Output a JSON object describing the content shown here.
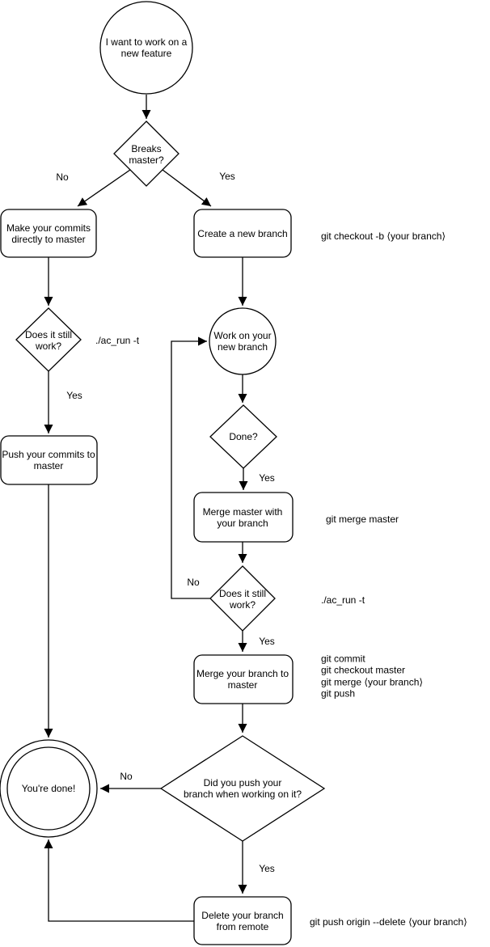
{
  "colors": {
    "stroke": "#000000",
    "background": "#ffffff",
    "text": "#000000"
  },
  "nodes": {
    "start": {
      "label": "I want to work on a\nnew feature"
    },
    "breaks_master": {
      "label": "Breaks\nmaster?"
    },
    "make_commits": {
      "label": "Make your commits\ndirectly to master"
    },
    "create_branch": {
      "label": "Create a new branch"
    },
    "does_it_work_left": {
      "label": "Does it still\nwork?"
    },
    "push_commits": {
      "label": "Push your commits to\nmaster"
    },
    "work_on_branch": {
      "label": "Work on your\nnew branch"
    },
    "done_q": {
      "label": "Done?"
    },
    "merge_master": {
      "label": "Merge master with\nyour branch"
    },
    "does_it_work_right": {
      "label": "Does it still\nwork?"
    },
    "merge_branch": {
      "label": "Merge your branch to\nmaster"
    },
    "did_you_push": {
      "label": "Did you push your\nbranch when working on it?"
    },
    "youre_done": {
      "label": "You're done!"
    },
    "delete_branch": {
      "label": "Delete your branch\nfrom remote"
    }
  },
  "edge_labels": {
    "breaks_no": "No",
    "breaks_yes": "Yes",
    "left_work_yes": "Yes",
    "done_yes": "Yes",
    "right_work_no": "No",
    "right_work_yes": "Yes",
    "pushed_no": "No",
    "pushed_yes": "Yes"
  },
  "notes": {
    "checkout_cmd": "git checkout -b ⟨your branch⟩",
    "ac_run_left": "./ac_run -t",
    "merge_master_cmd": "git merge master",
    "ac_run_right": "./ac_run -t",
    "merge_branch_cmds": "git commit\ngit checkout master\ngit merge ⟨your branch⟩\ngit push",
    "delete_cmd": "git push origin --delete ⟨your branch⟩"
  }
}
